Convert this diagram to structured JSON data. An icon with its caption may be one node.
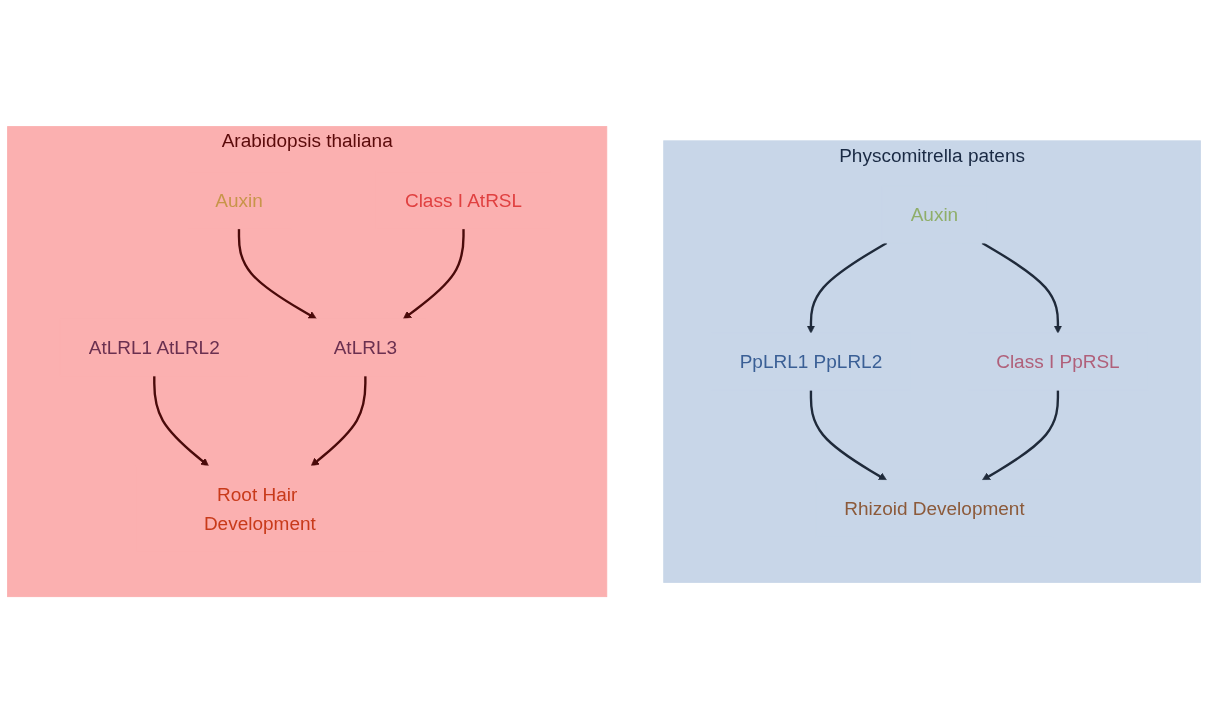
{
  "diagram": {
    "nodes": [
      {
        "text": [
          "Physcomitrella patens"
        ]
      },
      {
        "text": [
          "Auxin"
        ],
        "in": 0
      },
      {
        "text": [
          "PpLRL1 PpLRL2"
        ],
        "in": 0
      },
      {
        "text": [
          "Class I PpRSL"
        ],
        "in": 0
      },
      {
        "text": [
          "Rhizoid Development"
        ],
        "in": 0
      },
      {
        "text": [
          "Arabidopsis thaliana"
        ]
      },
      {
        "text": [
          "Auxin"
        ],
        "in": 5
      },
      {
        "text": [
          "AtLRL1 AtLRL2"
        ],
        "in": 5
      },
      {
        "text": [
          "Class I AtRSL"
        ],
        "in": 5
      },
      {
        "text": [
          "AtLRL3"
        ],
        "in": 5
      },
      {
        "text": [
          "Root Hair Development"
        ],
        "in": 5
      }
    ],
    "edges": [
      {
        "from": 1,
        "to": 2,
        "arrow": "to"
      },
      {
        "from": 1,
        "to": 3,
        "arrow": "to"
      },
      {
        "from": 2,
        "to": 4,
        "arrow": "to"
      },
      {
        "from": 3,
        "to": 4,
        "arrow": "to"
      },
      {
        "from": 6,
        "to": 9,
        "arrow": "to",
        "color": "#4a0a0a"
      },
      {
        "from": 8,
        "to": 9,
        "arrow": "to",
        "color": "#4a0a0a"
      },
      {
        "from": 7,
        "to": 10,
        "arrow": "to",
        "color": "#4a0a0a"
      },
      {
        "from": 9,
        "to": 10,
        "arrow": "to",
        "color": "#4a0a0a"
      }
    ]
  }
}
